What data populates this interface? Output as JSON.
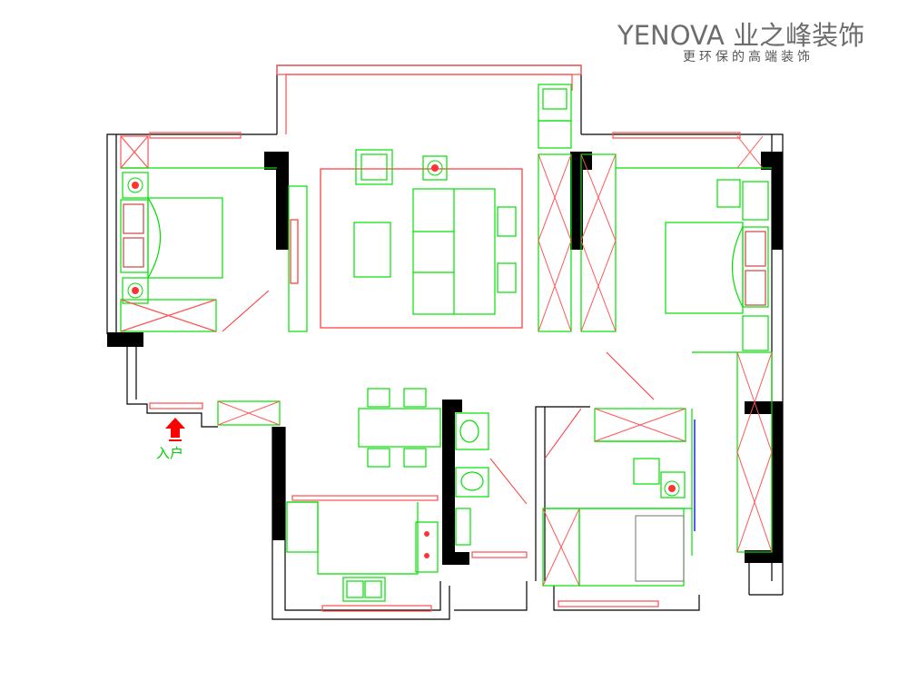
{
  "brand": {
    "name": "YENOVA 业之峰装饰",
    "tagline": "更环保的高端装饰"
  },
  "plan": {
    "entry_label": "入户"
  },
  "colors": {
    "wall": "#000000",
    "furniture": "#00e000",
    "window": "#ff4d4d",
    "door": "#ff3333",
    "arrow": "#ff0000",
    "accent_blue": "#2222ee",
    "brand_gray": "#6d6d6d"
  }
}
